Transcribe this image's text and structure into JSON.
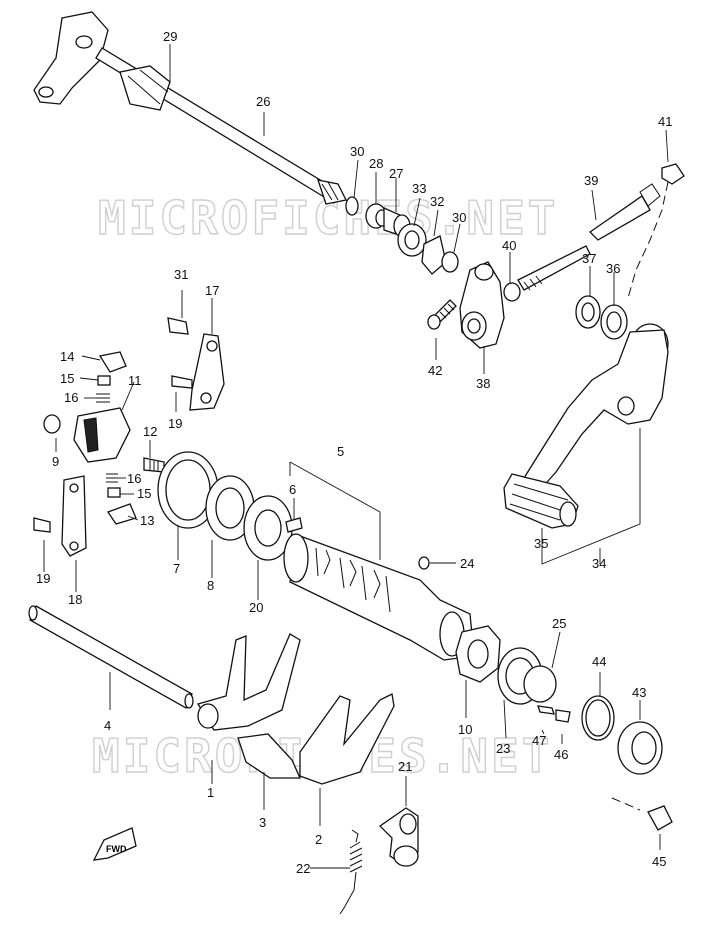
{
  "watermark": "MICROFICHES.NET",
  "fwd_label": "FWD",
  "labels": {
    "p1": "1",
    "p2": "2",
    "p3": "3",
    "p4": "4",
    "p5": "5",
    "p6": "6",
    "p7": "7",
    "p8": "8",
    "p9": "9",
    "p10": "10",
    "p11": "11",
    "p12": "12",
    "p13": "13",
    "p14": "14",
    "p15a": "15",
    "p15b": "15",
    "p16a": "16",
    "p16b": "16",
    "p17": "17",
    "p18": "18",
    "p19a": "19",
    "p19b": "19",
    "p20": "20",
    "p21": "21",
    "p22": "22",
    "p23": "23",
    "p24": "24",
    "p25": "25",
    "p26": "26",
    "p27": "27",
    "p28": "28",
    "p29": "29",
    "p30a": "30",
    "p30b": "30",
    "p31": "31",
    "p32": "32",
    "p33": "33",
    "p34": "34",
    "p35": "35",
    "p36": "36",
    "p37": "37",
    "p38": "38",
    "p39": "39",
    "p40": "40",
    "p41": "41",
    "p42": "42",
    "p43": "43",
    "p44": "44",
    "p45": "45",
    "p46": "46",
    "p47": "47"
  }
}
